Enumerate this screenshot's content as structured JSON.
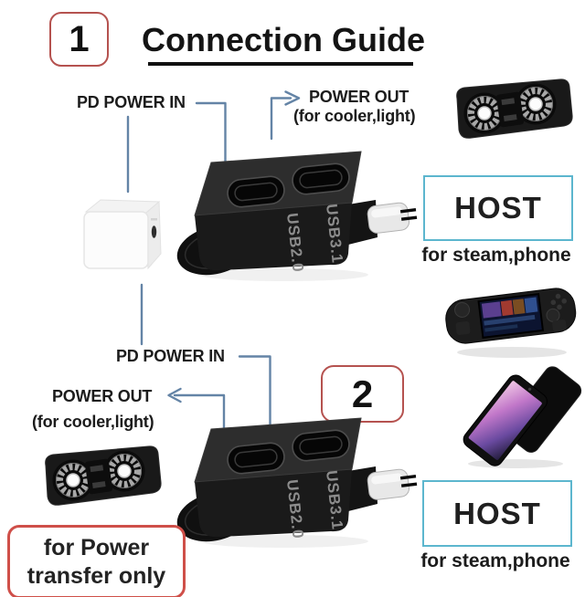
{
  "colors": {
    "background": "#ffffff",
    "step_box_border": "#b5524f",
    "note_box_border": "#cf4f49",
    "host_box_border": "#5cb6ce",
    "connector_line": "#6484a6",
    "text": "#1c1c1c",
    "adapter_body": "#1a1a1a",
    "plug_metal": "#e8e8e8"
  },
  "header": {
    "step": "1",
    "title": "Connection Guide"
  },
  "adapter": {
    "usb2": "USB2.0",
    "usb3": "USB3.1"
  },
  "section1": {
    "pd_in": "PD POWER IN",
    "power_out": "POWER OUT",
    "power_out_note": "(for cooler,light)",
    "host": "HOST",
    "host_note": "for steam,phone"
  },
  "section2": {
    "step": "2",
    "pd_in": "PD POWER IN",
    "power_out": "POWER OUT",
    "power_out_note": "(for cooler,light)",
    "host": "HOST",
    "host_note": "for steam,phone",
    "transfer_note": {
      "line1": "for Power",
      "line2": "transfer only"
    }
  }
}
